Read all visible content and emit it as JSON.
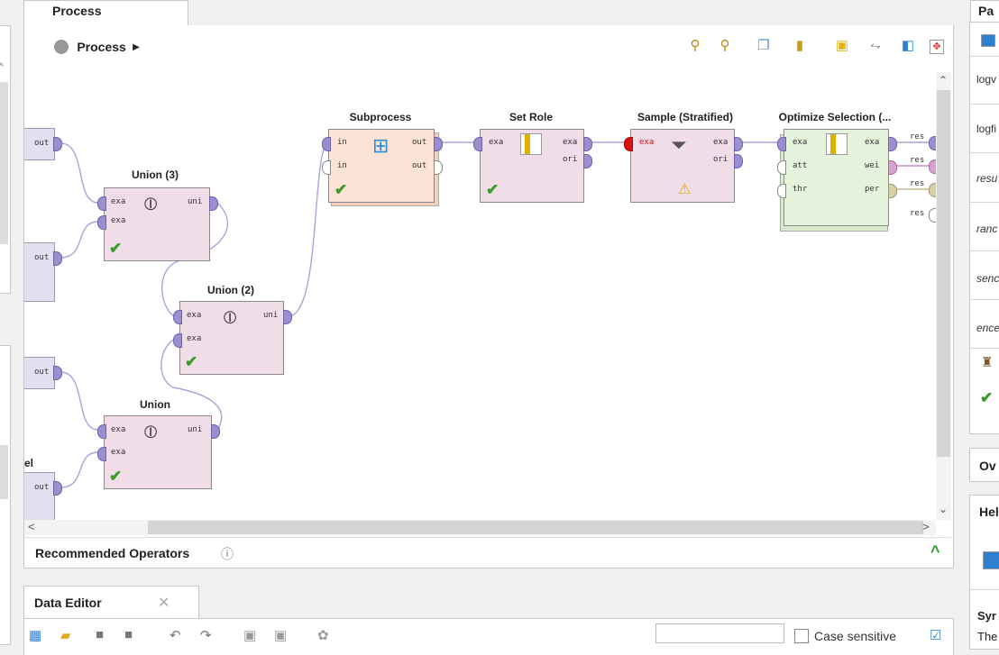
{
  "process_tab": {
    "label": "Process"
  },
  "breadcrumb": {
    "label": "Process"
  },
  "canvas": {
    "operators": {
      "union3": {
        "title": "Union (3)",
        "in1": "exa",
        "in2": "exa",
        "out": "uni"
      },
      "union2": {
        "title": "Union (2)",
        "in1": "exa",
        "in2": "exa",
        "out": "uni"
      },
      "union": {
        "title": "Union",
        "in1": "exa",
        "in2": "exa",
        "out": "uni"
      },
      "subprocess": {
        "title": "Subprocess",
        "in1": "in",
        "in2": "in",
        "out1": "out",
        "out2": "out"
      },
      "setrole": {
        "title": "Set Role",
        "in1": "exa",
        "out1": "exa",
        "out2": "ori"
      },
      "sample": {
        "title": "Sample (Stratified)",
        "in1": "exa",
        "out1": "exa",
        "out2": "ori"
      },
      "optimize": {
        "title": "Optimize Selection (...",
        "in1": "exa",
        "in2": "att",
        "in3": "thr",
        "out1": "exa",
        "out2": "wei",
        "out3": "per"
      }
    },
    "left_ports": {
      "p1": "out",
      "p2": "out",
      "p3": "out",
      "p4": "out"
    },
    "left_label": "el",
    "res_ports": [
      "res",
      "res",
      "res",
      "res"
    ]
  },
  "recommended": {
    "label": "Recommended Operators"
  },
  "data_editor": {
    "tab_label": "Data Editor",
    "case_sensitive": "Case sensitive"
  },
  "right_panel": {
    "tab_label": "Pa",
    "params": [
      "logv",
      "logfi",
      "resu",
      "ranc",
      "senc",
      "ence"
    ],
    "overview_tab": "Ov",
    "help_tab": "Hel",
    "synopsis": "Syr",
    "help_text": "The"
  },
  "colors": {
    "accent_green": "#3a9a2a",
    "port_blue": "#9a8fd0"
  }
}
